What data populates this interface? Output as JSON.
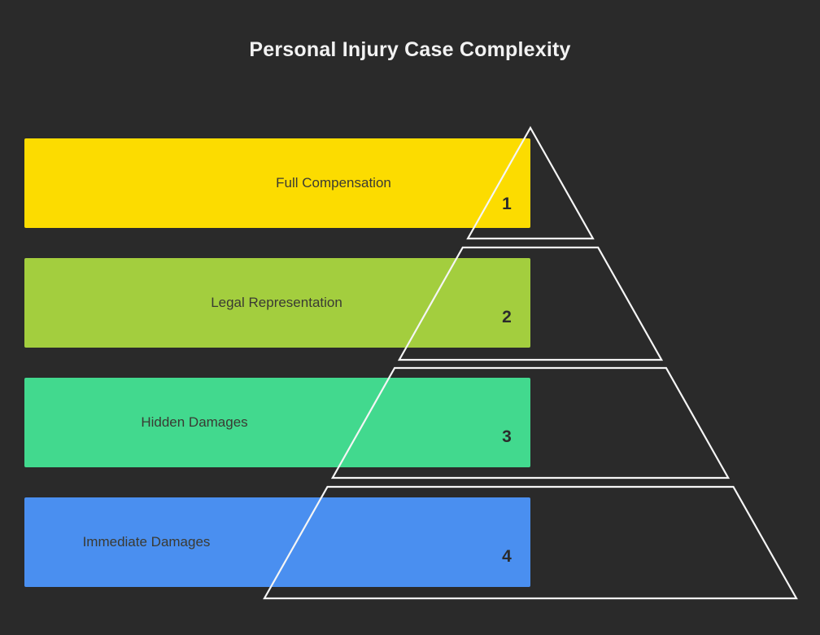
{
  "title": "Personal Injury Case Complexity",
  "colors": {
    "background": "#2a2a2a",
    "outline": "#f5f5f5",
    "title_text": "#f2f2f2",
    "label_text": "#3a3a33",
    "rank_text": "#2b2b2b"
  },
  "levels": [
    {
      "rank": "1",
      "label": "Full Compensation",
      "color": "#fcdc00"
    },
    {
      "rank": "2",
      "label": "Legal Representation",
      "color": "#a3ce3e"
    },
    {
      "rank": "3",
      "label": "Hidden Damages",
      "color": "#42d98e"
    },
    {
      "rank": "4",
      "label": "Immediate Damages",
      "color": "#4a8ff0"
    }
  ]
}
